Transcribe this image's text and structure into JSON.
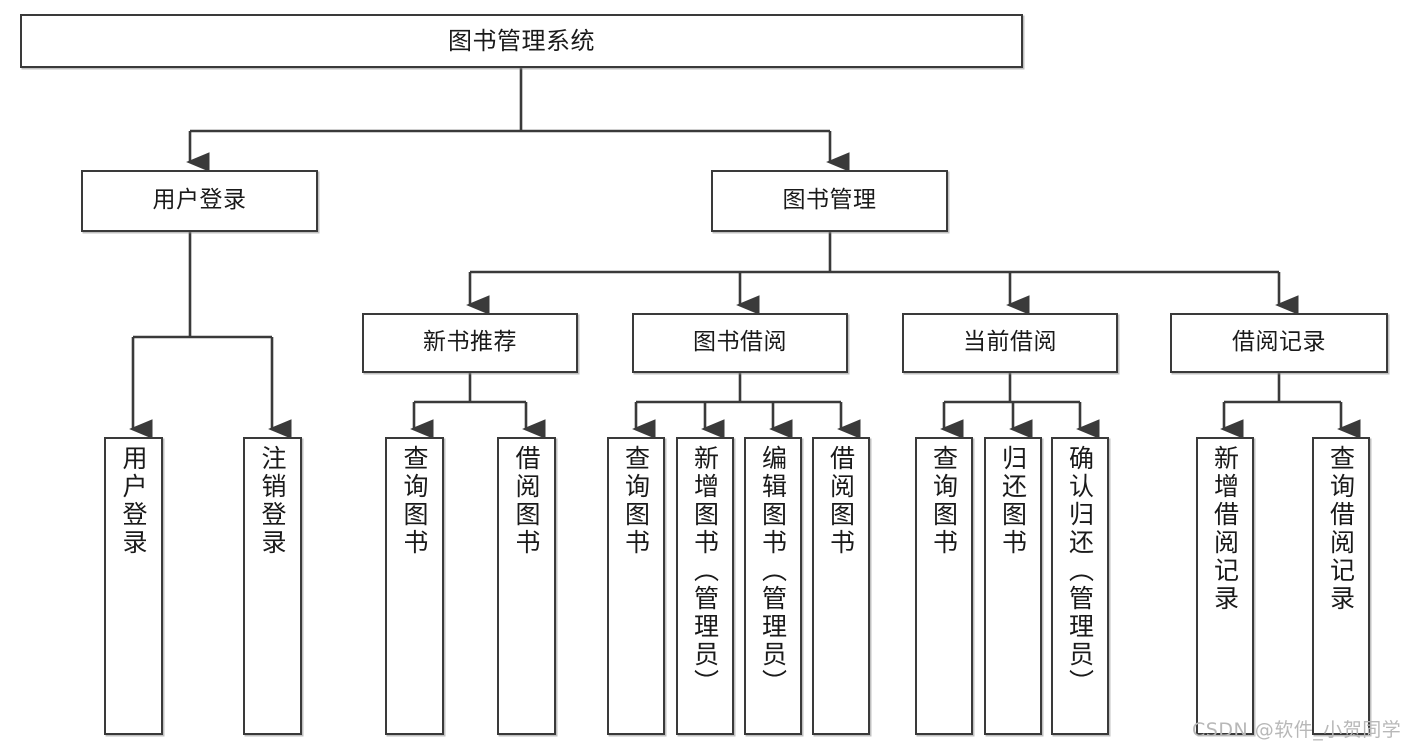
{
  "diagram": {
    "type": "tree",
    "title": "图书管理系统",
    "orientation": "top-down",
    "colors": {
      "node_border": "#3a3a3a",
      "node_fill": "#ffffff",
      "connector": "#3a3a3a",
      "background": "#ffffff",
      "watermark": "#b8b8b8"
    }
  },
  "nodes": {
    "root": {
      "label": "图书管理系统"
    },
    "level2": [
      {
        "id": "user-login",
        "label": "用户登录"
      },
      {
        "id": "book-management",
        "label": "图书管理"
      }
    ],
    "level3": [
      {
        "id": "new-book-recommend",
        "label": "新书推荐"
      },
      {
        "id": "book-borrow",
        "label": "图书借阅"
      },
      {
        "id": "current-borrow",
        "label": "当前借阅"
      },
      {
        "id": "borrow-record",
        "label": "借阅记录"
      }
    ],
    "leaves": {
      "user-login": [
        {
          "id": "leaf-user-login",
          "label": "用户登录"
        },
        {
          "id": "leaf-logout",
          "label": "注销登录"
        }
      ],
      "new-book-recommend": [
        {
          "id": "leaf-query-book-1",
          "label": "查询图书"
        },
        {
          "id": "leaf-borrow-book-1",
          "label": "借阅图书"
        }
      ],
      "book-borrow": [
        {
          "id": "leaf-query-book-2",
          "label": "查询图书"
        },
        {
          "id": "leaf-add-book",
          "label": "新增图书（管理员）"
        },
        {
          "id": "leaf-edit-book",
          "label": "编辑图书（管理员）"
        },
        {
          "id": "leaf-borrow-book-2",
          "label": "借阅图书"
        }
      ],
      "current-borrow": [
        {
          "id": "leaf-query-book-3",
          "label": "查询图书"
        },
        {
          "id": "leaf-return-book",
          "label": "归还图书"
        },
        {
          "id": "leaf-confirm-return",
          "label": "确认归还（管理员）"
        }
      ],
      "borrow-record": [
        {
          "id": "leaf-add-record",
          "label": "新增借阅记录"
        },
        {
          "id": "leaf-query-record",
          "label": "查询借阅记录"
        }
      ]
    }
  },
  "watermark": {
    "text": "CSDN @软件_小贺同学"
  }
}
